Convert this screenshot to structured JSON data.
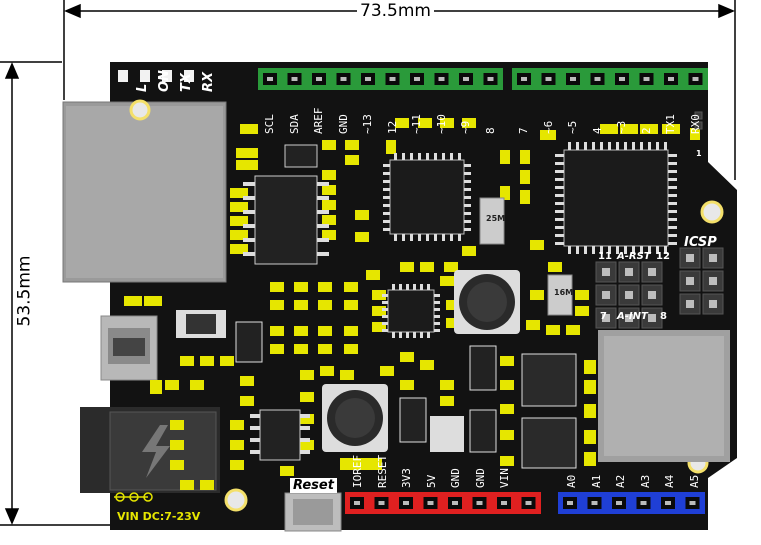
{
  "dimensions": {
    "width": "73.5mm",
    "height": "53.5mm"
  },
  "status_leds": [
    "L",
    "ON",
    "TX",
    "RX"
  ],
  "digital_header_left": [
    "SCL",
    "SDA",
    "AREF",
    "GND",
    "~13",
    "12",
    "~11",
    "~10",
    "~9",
    "8"
  ],
  "digital_header_right": [
    "7",
    "~6",
    "~5",
    "4",
    "~3",
    "2",
    "TX1",
    "RX0"
  ],
  "power_header": [
    "IOREF",
    "RESET",
    "3V3",
    "5V",
    "GND",
    "GND",
    "VIN"
  ],
  "analog_header": [
    "A0",
    "A1",
    "A2",
    "A3",
    "A4",
    "A5"
  ],
  "reset_label": "Reset",
  "vin_label": "VIN DC:7-23V",
  "icsp_label": "ICSP",
  "jumper_labels": {
    "a_rst": "A-RST",
    "a_int": "A-INT",
    "n11": "11",
    "n12": "12",
    "n7": "7",
    "n8": "8"
  },
  "crystal_labels": {
    "x1": "25M",
    "x2": "16M"
  },
  "pin_one": "1",
  "colors": {
    "board": "#111111",
    "silk": "#ffffff",
    "smd": "#e6e600",
    "digital_header": "#2a9a3a",
    "power_header": "#e02020",
    "analog_header": "#1f3fd6"
  }
}
